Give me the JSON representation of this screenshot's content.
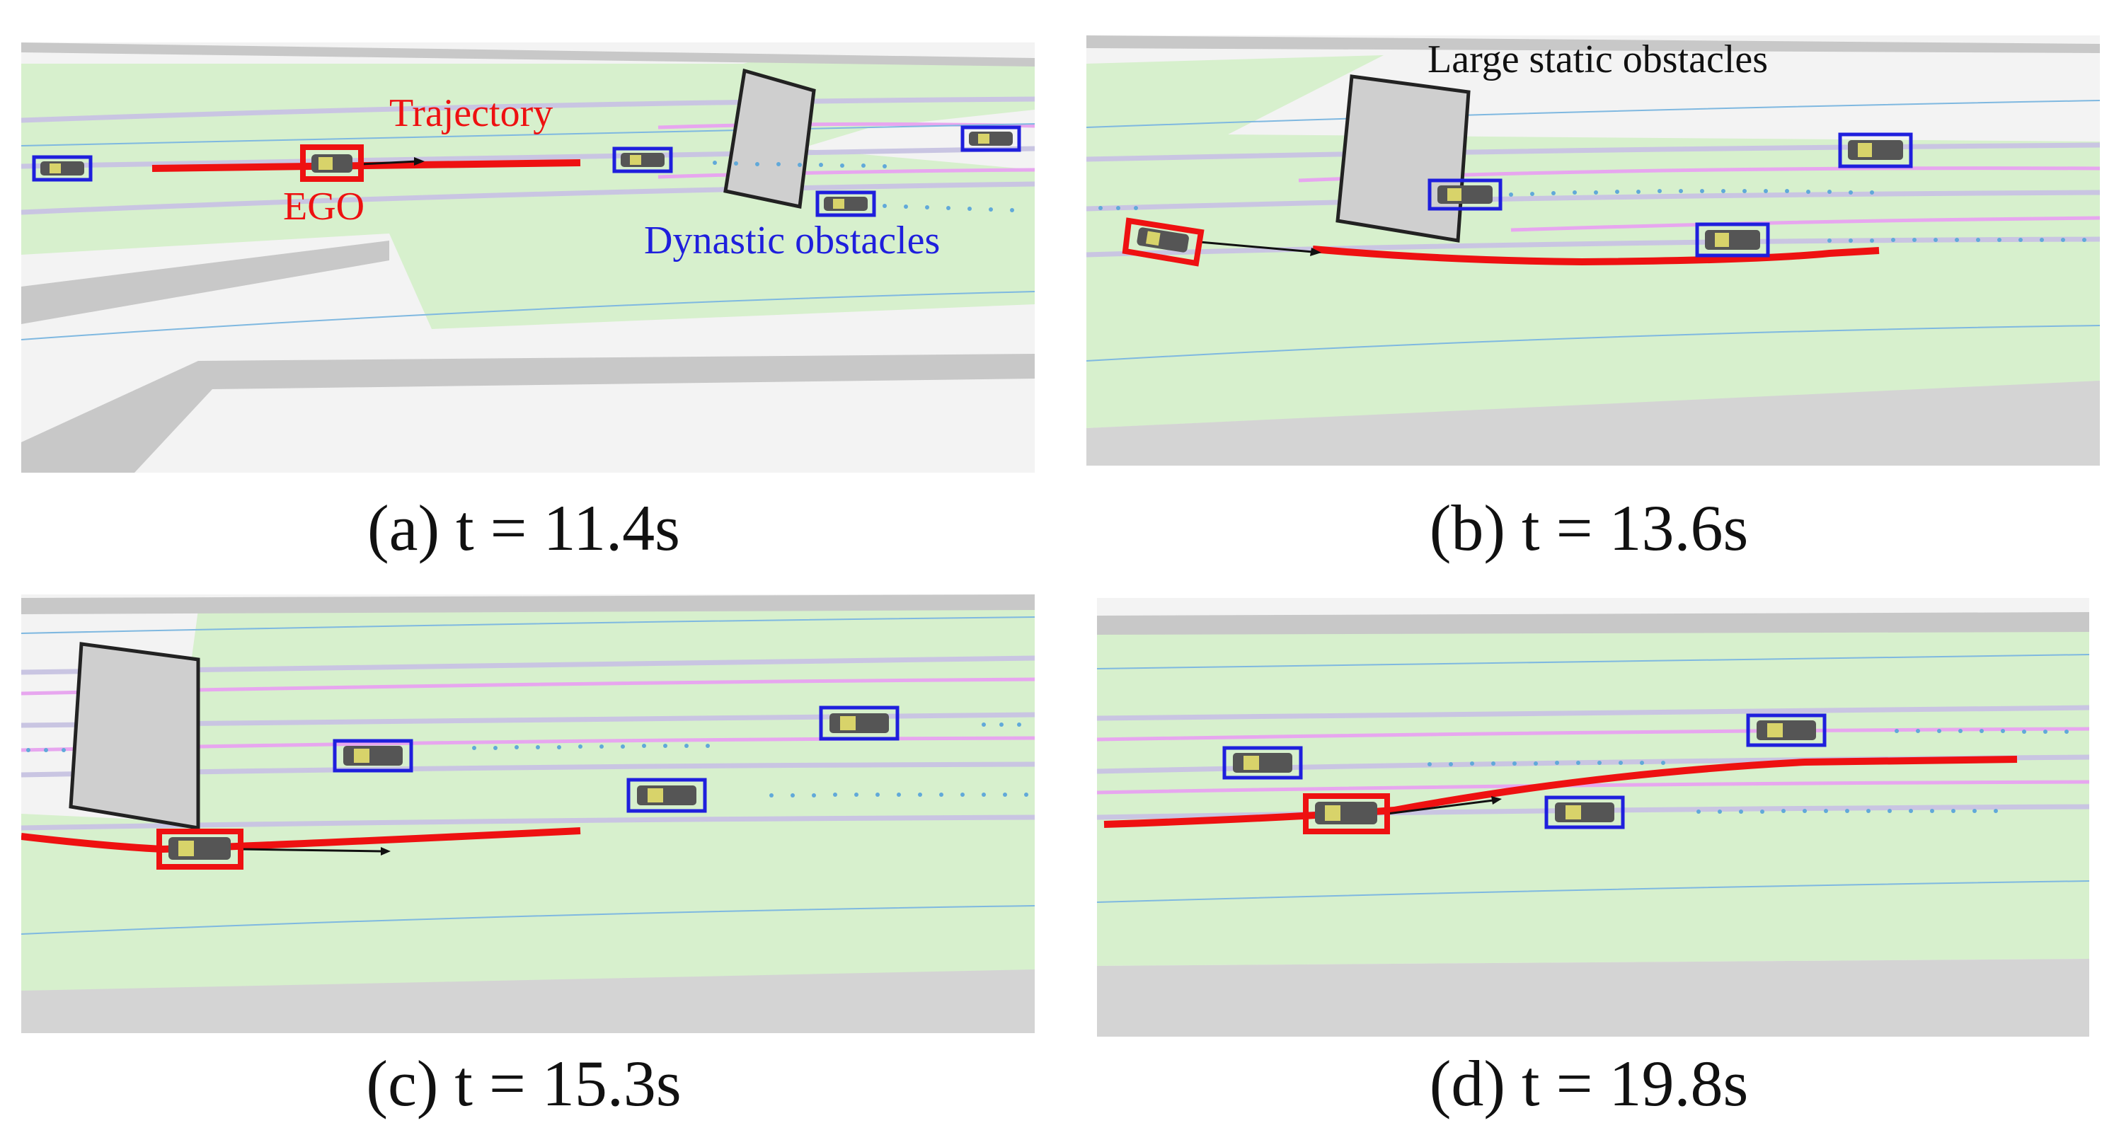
{
  "colors": {
    "road": "#f3f3f3",
    "drivable_area": "#d7f0cd",
    "curb": "#c8c8c8",
    "lane_divider": "#c9c5e2",
    "lane_divider_highlight": "#e7a6ef",
    "centerline": "#7fb8e0",
    "trajectory": "#ee1111",
    "ego_box": "#ee1111",
    "obstacle_box": "#1f1fdd",
    "static_obstacle_fill": "#cfcfcf",
    "static_obstacle_stroke": "#222222",
    "prediction_dots": "#61a9d9"
  },
  "icons": {
    "vehicle": "car-top-view-icon"
  },
  "panels": [
    {
      "id": "a",
      "caption": "(a) t = 11.4s",
      "labels": {
        "trajectory": "Trajectory",
        "ego": "EGO",
        "dynamic": "Dynastic obstacles"
      }
    },
    {
      "id": "b",
      "caption": "(b) t = 13.6s",
      "labels": {
        "static": "Large static obstacles"
      }
    },
    {
      "id": "c",
      "caption": "(c) t = 15.3s",
      "labels": {}
    },
    {
      "id": "d",
      "caption": "(d) t = 19.8s",
      "labels": {}
    }
  ]
}
